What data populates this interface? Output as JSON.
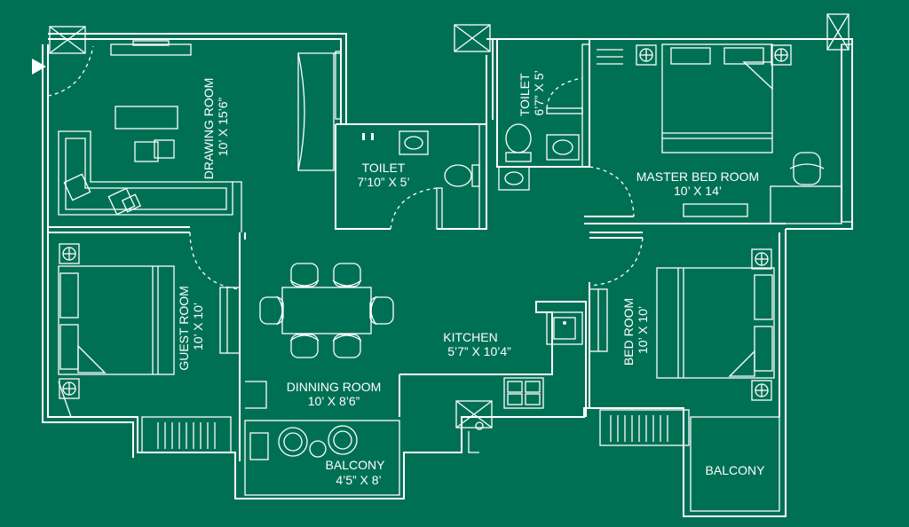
{
  "colors": {
    "background": "#007055",
    "lines": "#ffffff"
  },
  "rooms": {
    "drawing": {
      "name": "DRAWING ROOM",
      "size": "10’ X 15’6”"
    },
    "toilet1": {
      "name": "TOILET",
      "size": "7’10” X 5’"
    },
    "toilet2": {
      "name": "TOILET",
      "size": "6’7” X 5’"
    },
    "master": {
      "name": "MASTER BED ROOM",
      "size": "10’ X 14’"
    },
    "guest": {
      "name": "GUEST ROOM",
      "size": "10’ X 10’"
    },
    "kitchen": {
      "name": "KITCHEN",
      "size": "5’7” X 10’4”"
    },
    "bed": {
      "name": "BED ROOM",
      "size": "10’ X 10’"
    },
    "dining": {
      "name": "DINNING ROOM",
      "size": "10’ X 8’6”"
    },
    "balcony1": {
      "name": "BALCONY",
      "size": "4’5” X 8’"
    },
    "balcony2": {
      "name": "BALCONY"
    }
  },
  "icons": [
    "entry-arrow-icon",
    "bed-icon",
    "sofa-icon",
    "dining-table-icon",
    "toilet-icon",
    "washbasin-icon",
    "sink-icon",
    "stove-icon",
    "chair-icon",
    "lamp-icon"
  ]
}
